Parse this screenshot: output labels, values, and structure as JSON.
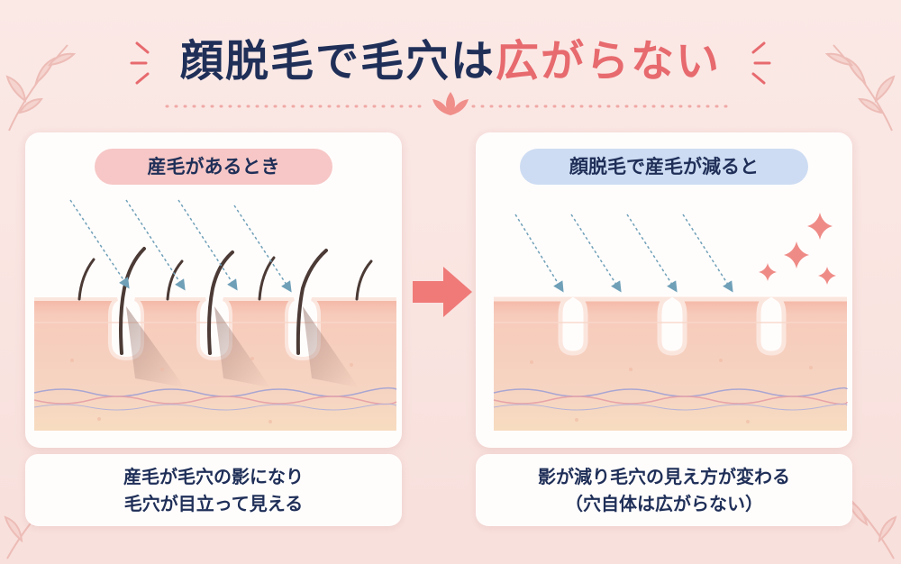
{
  "title": {
    "main": "顔脱毛で毛穴は",
    "accent": "広がらない"
  },
  "left_panel": {
    "tag": "産毛があるとき",
    "caption_line1": "産毛が毛穴の影になり",
    "caption_line2": "毛穴が目立って見える"
  },
  "right_panel": {
    "tag": "顔脱毛で産毛が減ると",
    "caption_line1": "影が減り毛穴の見え方が変わる",
    "caption_line2": "（穴自体は広がらない）"
  },
  "colors": {
    "navy": "#1f2f58",
    "accent_coral": "#e76a6e",
    "tag_pink": "#f6c7c6",
    "tag_blue": "#cddcf2",
    "skin": "#f6cdb8",
    "arrow": "#ef7a78"
  },
  "icons": [
    "sparkle-icon",
    "leaf-branch-icon",
    "right-arrow-icon",
    "light-ray-arrow-icon"
  ]
}
